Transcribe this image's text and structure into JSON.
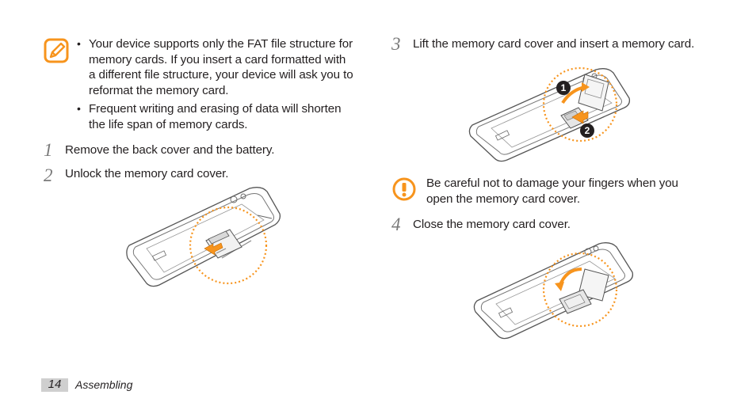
{
  "note": {
    "icon": "note-pencil-icon",
    "bullets": [
      [
        "Your device supports only the FAT file structure for",
        "memory cards. If you insert a card formatted with",
        "a different file structure, your device will ask you to",
        "reformat the memory card."
      ],
      [
        "Frequent writing and erasing of data will shorten",
        "the life span of memory cards."
      ]
    ]
  },
  "steps": [
    {
      "num": "1",
      "text": "Remove the back cover and the battery."
    },
    {
      "num": "2",
      "text": "Unlock the memory card cover."
    },
    {
      "num": "3",
      "text": "Lift the memory card cover and insert a memory card."
    },
    {
      "num": "4",
      "text": "Close the memory card cover."
    }
  ],
  "caution": {
    "icon": "caution-exclamation-icon",
    "lines": [
      "Be careful not to damage your fingers when you",
      "open the memory card cover."
    ]
  },
  "callouts": {
    "one": "1",
    "two": "2"
  },
  "footer": {
    "page": "14",
    "section": "Assembling"
  },
  "colors": {
    "accent": "#f7941d",
    "step_number": "#7a7a7a",
    "page_box": "#cfcfcf"
  }
}
